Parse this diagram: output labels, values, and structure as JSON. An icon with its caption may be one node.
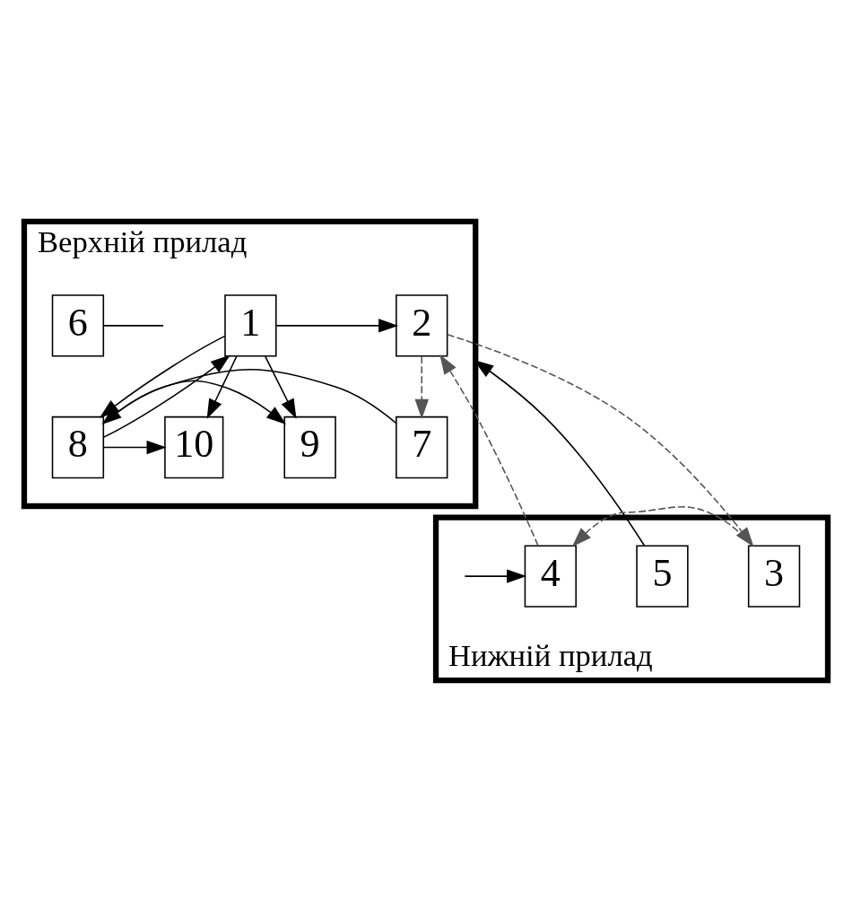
{
  "diagram": {
    "nodes": [
      {
        "text": [
          "Верхній прилад"
        ]
      },
      {
        "text": [
          "2"
        ],
        "in": 0
      },
      {
        "text": [
          "1"
        ],
        "in": 0
      },
      {
        "text": [
          "6"
        ],
        "in": 0
      },
      {
        "text": [
          "7"
        ],
        "in": 0
      },
      {
        "text": [
          "8"
        ],
        "in": 0
      },
      {
        "text": [
          "9"
        ],
        "in": 0
      },
      {
        "text": [
          "10"
        ],
        "in": 0
      },
      {
        "text": [
          "Нижній прилад"
        ]
      },
      {
        "text": [
          "3"
        ],
        "in": 8
      },
      {
        "text": [
          "4"
        ],
        "in": 8
      },
      {
        "text": [
          "5"
        ],
        "in": 8
      }
    ],
    "edges": [
      {
        "from": 2,
        "to": 1,
        "arrow": "to"
      },
      {
        "from": 2,
        "to": 5,
        "arrow": "to"
      },
      {
        "from": 2,
        "to": 6,
        "arrow": "to"
      },
      {
        "from": 2,
        "to": 7,
        "arrow": "to"
      },
      {
        "from": 5,
        "to": 2,
        "arrow": "to"
      },
      {
        "from": 4,
        "to": 5,
        "arrow": "to"
      },
      {
        "from": 5,
        "to": 6,
        "arrow": "to"
      },
      {
        "from": 5,
        "to": 7,
        "arrow": "to"
      },
      {
        "from": 1,
        "to": 4,
        "arrow": "to",
        "style": "dashed",
        "color": "#555555"
      },
      {
        "from": 1,
        "to": 9,
        "arrow": "to",
        "style": "dashed",
        "color": "#555555"
      },
      {
        "from": 9,
        "to": 10,
        "arrow": "to",
        "style": "dashed",
        "color": "#555555"
      },
      {
        "from": 10,
        "to": 1,
        "arrow": "to",
        "style": "dashed",
        "color": "#555555"
      },
      {
        "from": 11,
        "to": 0,
        "arrow": "to"
      },
      {
        "from": 3,
        "to": null,
        "arrow": "none"
      },
      {
        "from": null,
        "to": 10,
        "arrow": "to"
      }
    ]
  }
}
